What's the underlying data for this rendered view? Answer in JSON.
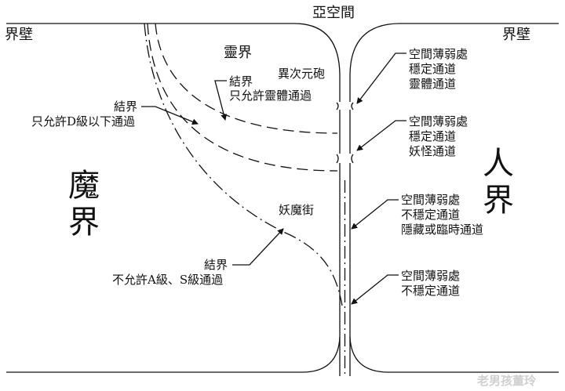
{
  "labels": {
    "top_center": "亞空間",
    "wall_left": "界壁",
    "wall_right": "界壁",
    "spirit_realm": "靈界",
    "dimension_cannon": "異次元砲",
    "barrier_spirit": {
      "line1": "結界",
      "line2": "只允許靈體通過"
    },
    "barrier_d": {
      "line1": "結界",
      "line2": "只允許D級以下通過"
    },
    "barrier_as": {
      "line1": "結界",
      "line2": "不允許A級、S級通過"
    },
    "demon_realm_char1": "魔",
    "demon_realm_char2": "界",
    "human_realm_char1": "人",
    "human_realm_char2": "界",
    "demon_street": "妖魔街",
    "note1": {
      "line1": "空間薄弱處",
      "line2": "穩定通道",
      "line3": "靈體通道"
    },
    "note2": {
      "line1": "空間薄弱處",
      "line2": "穩定通道",
      "line3": "妖怪通道"
    },
    "note3": {
      "line1": "空間薄弱處",
      "line2": "不穩定通道",
      "line3": "隱藏或臨時通道"
    },
    "note4": {
      "line1": "空間薄弱處",
      "line2": "不穩定通道"
    },
    "watermark": "老男孩董玲"
  }
}
